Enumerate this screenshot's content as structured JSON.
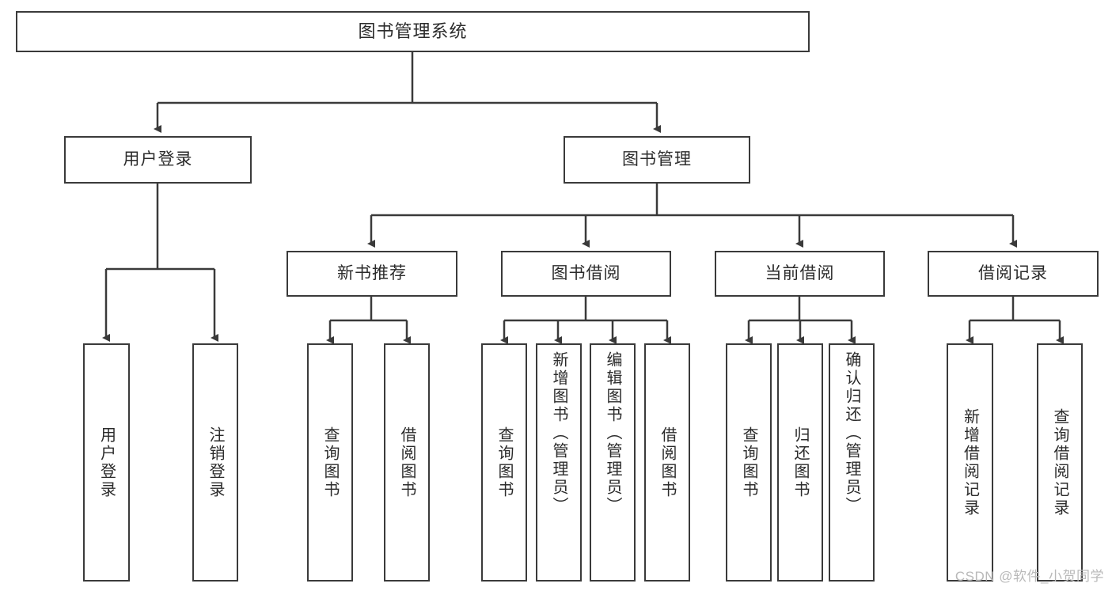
{
  "diagram": {
    "title": "图书管理系统",
    "root": {
      "id": "root",
      "label": "图书管理系统"
    },
    "level1": [
      {
        "id": "user-login",
        "label": "用户登录"
      },
      {
        "id": "book-management",
        "label": "图书管理"
      }
    ],
    "level2": [
      {
        "id": "new-book-recommend",
        "label": "新书推荐"
      },
      {
        "id": "book-borrow",
        "label": "图书借阅"
      },
      {
        "id": "current-borrow",
        "label": "当前借阅"
      },
      {
        "id": "borrow-record",
        "label": "借阅记录"
      }
    ],
    "leaves": {
      "user_login": [
        {
          "id": "leaf-user-login",
          "label": "用户登录"
        },
        {
          "id": "leaf-logout",
          "label": "注销登录"
        }
      ],
      "new_book_recommend": [
        {
          "id": "leaf-query-book-1",
          "label": "查询图书"
        },
        {
          "id": "leaf-borrow-book-1",
          "label": "借阅图书"
        }
      ],
      "book_borrow": [
        {
          "id": "leaf-query-book-2",
          "label": "查询图书"
        },
        {
          "id": "leaf-add-book",
          "label": "新增图书（管理员）"
        },
        {
          "id": "leaf-edit-book",
          "label": "编辑图书（管理员）"
        },
        {
          "id": "leaf-borrow-book-2",
          "label": "借阅图书"
        }
      ],
      "current_borrow": [
        {
          "id": "leaf-query-book-3",
          "label": "查询图书"
        },
        {
          "id": "leaf-return-book",
          "label": "归还图书"
        },
        {
          "id": "leaf-confirm-return",
          "label": "确认归还（管理员）"
        }
      ],
      "borrow_record": [
        {
          "id": "leaf-add-record",
          "label": "新增借阅记录"
        },
        {
          "id": "leaf-query-record",
          "label": "查询借阅记录"
        }
      ]
    },
    "colors": {
      "box_border": "#3a3a3a",
      "box_fill": "#ffffff",
      "text": "#2b2b2b",
      "connector": "#3a3a3a",
      "watermark": "#b9b9b9",
      "background": "#ffffff"
    }
  },
  "watermark": {
    "text": "CSDN @软件_小贺同学"
  }
}
